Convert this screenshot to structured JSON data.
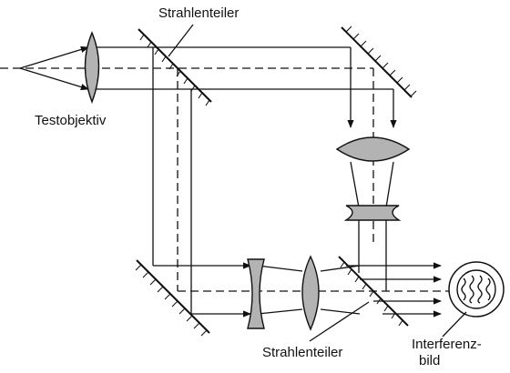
{
  "labels": {
    "beamsplitter_top": "Strahlenteiler",
    "test_objective": "Testobjektiv",
    "beamsplitter_bottom": "Strahlenteiler",
    "interference_line1": "Interferenz-",
    "interference_line2": "bild"
  }
}
